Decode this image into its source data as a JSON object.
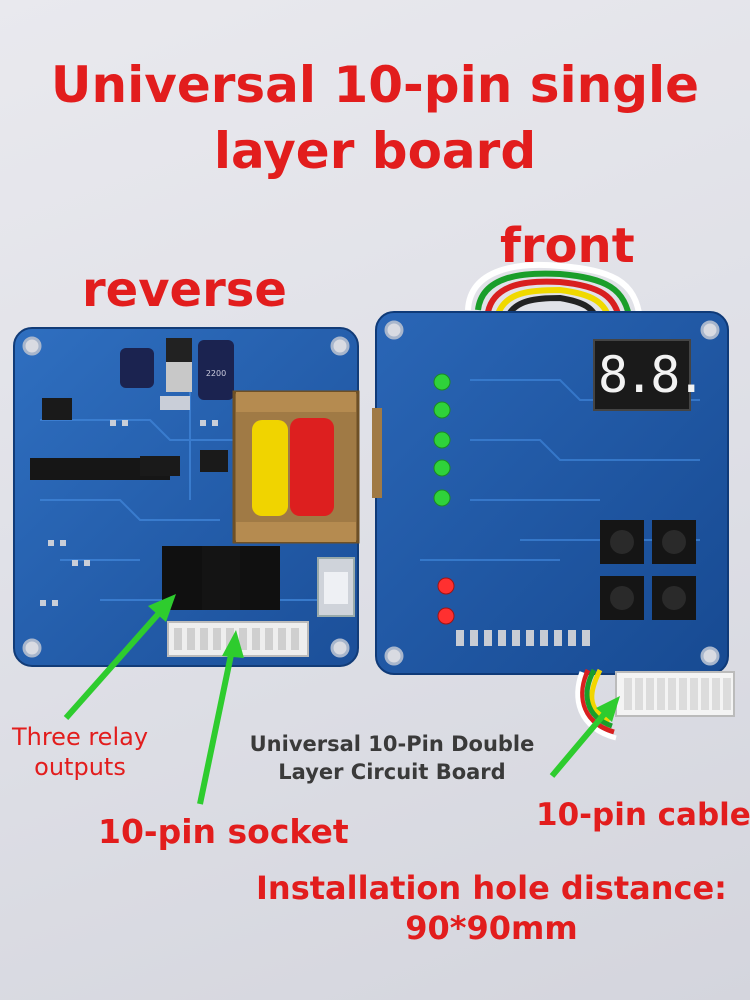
{
  "title_lines": [
    "Universal 10-pin single",
    "layer board"
  ],
  "labels": {
    "front": "front",
    "reverse": "reverse",
    "relay_lines": [
      "Three relay",
      "outputs"
    ],
    "socket": "10-pin socket",
    "double_board_lines": [
      "Universal 10-Pin Double",
      "Layer Circuit Board"
    ],
    "cable": "10-pin cable",
    "hole_lines": [
      "Installation hole distance:",
      "90*90mm"
    ]
  },
  "display_digits": "8.8.",
  "colors": {
    "label_red": "#e21d1d",
    "pcb_blue": "#1f5aa8",
    "arrow_green": "#2ecc2e"
  }
}
